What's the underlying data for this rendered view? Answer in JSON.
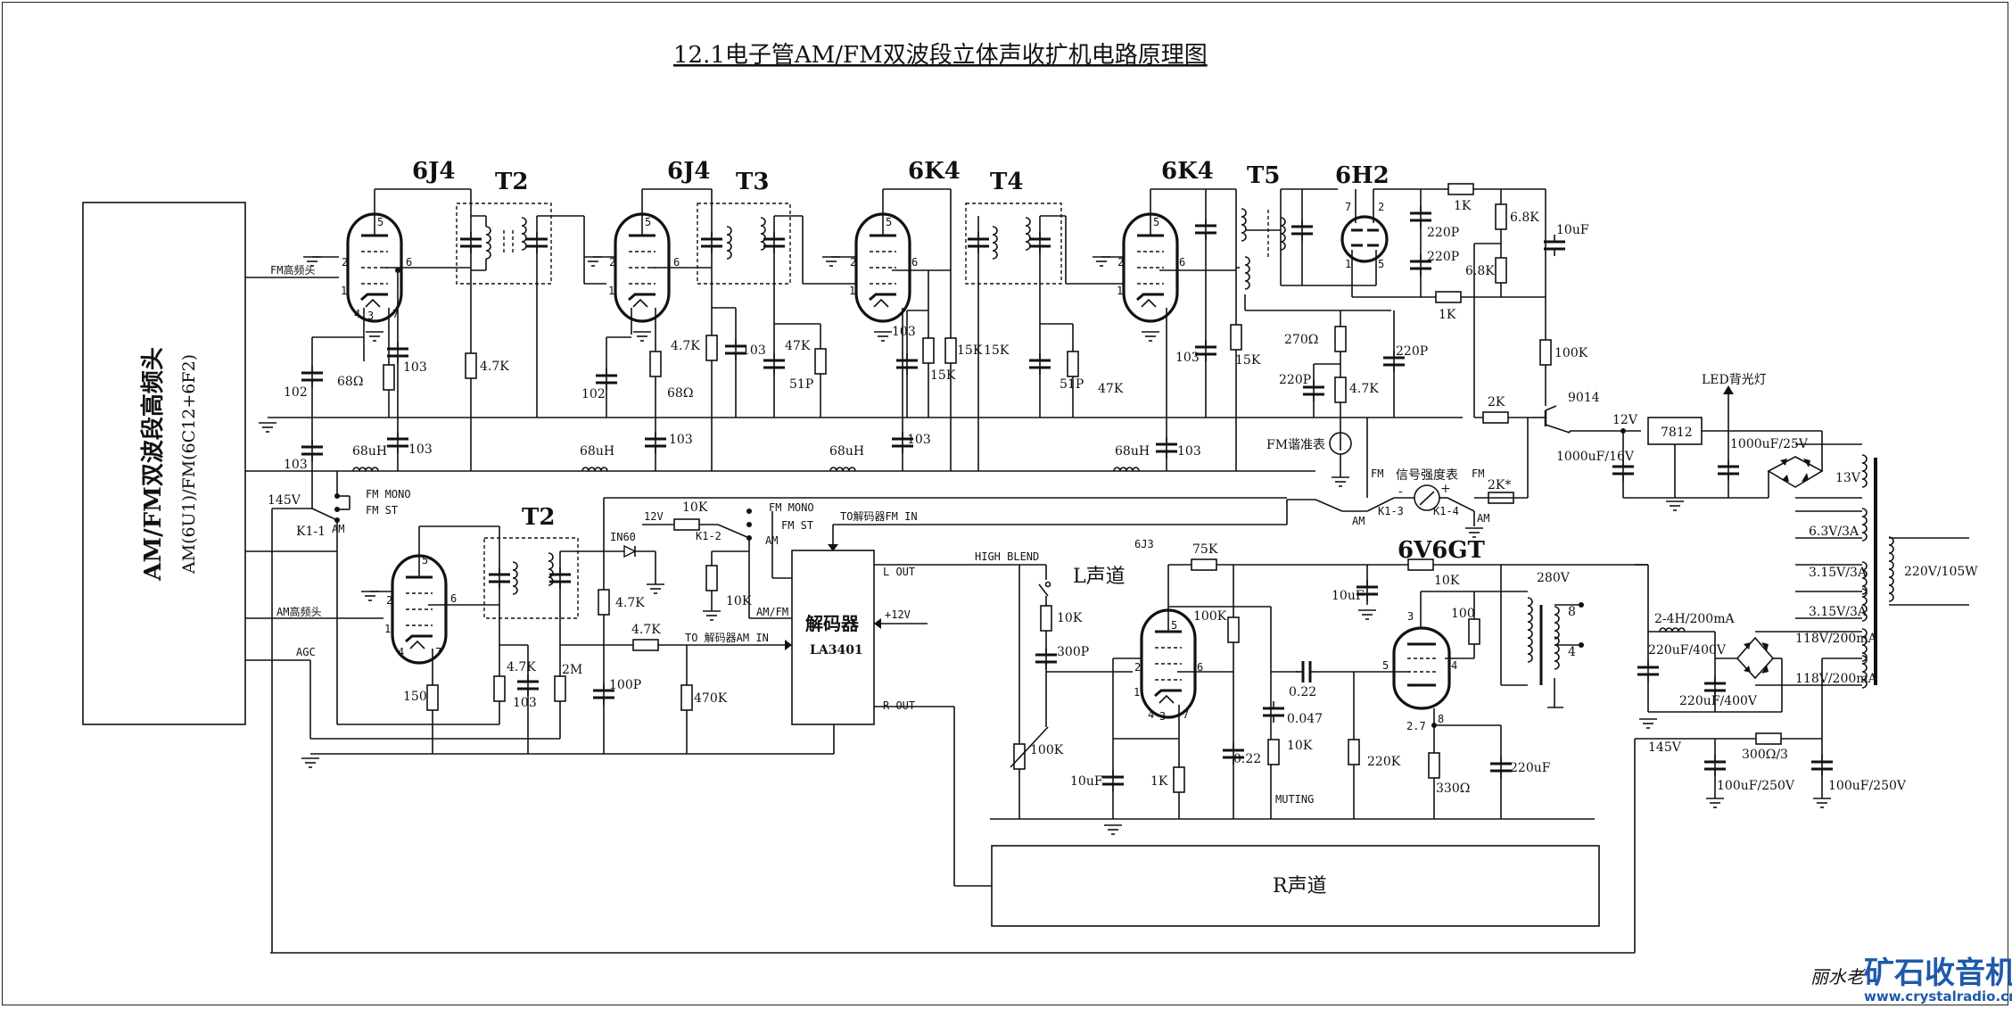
{
  "title": "12.1电子管AM/FM双波段立体声收扩机电路原理图",
  "tuner_box": {
    "main": "AM/FM双波段高频头",
    "sub": "AM(6U1)/FM(6C12+6F2)"
  },
  "signals": {
    "fm_head": "FM高频头",
    "am_head": "AM高频头",
    "agc": "AGC",
    "b145": "145V"
  },
  "tubes": {
    "s1": "6J4",
    "s2": "6J4",
    "s3": "6K4",
    "s4": "6K4",
    "det": "6H2",
    "l_pre": "6J3",
    "l_out": "6V6GT"
  },
  "transformers": {
    "t2": "T2",
    "t3": "T3",
    "t4": "T4",
    "t5": "T5",
    "t2_am": "T2"
  },
  "pins": {
    "p1": "1",
    "p2": "2",
    "p3": "3",
    "p4": "4",
    "p5": "5",
    "p6": "6",
    "p7": "7",
    "p8": "8"
  },
  "components": {
    "c102": "102",
    "c103": "103",
    "r68": "68Ω",
    "r4k7": "4.7K",
    "l68u": "68uH",
    "r47k": "47K",
    "c51p": "51P",
    "r15k": "15K",
    "r270": "270Ω",
    "c220p": "220P",
    "r1k": "1K",
    "r6k8": "6.8K",
    "c10u": "10uF",
    "r100k": "100K",
    "r2k": "2K",
    "q9014": "9014",
    "v12": "12V",
    "reg": "7812",
    "led": "LED背光灯",
    "c1000_16": "1000uF/16V",
    "c1000_25": "1000uF/25V",
    "fm_meter": "FM谐准表",
    "sig_meter": "信号强度表",
    "fm": "FM",
    "am": "AM",
    "k1_1": "K1-1",
    "k1_2": "K1-2",
    "k1_3": "K1-3",
    "k1_4": "K1-4",
    "fm_mono": "FM MONO",
    "fm_st": "FM ST",
    "am_fm": "AM/FM",
    "r2k_star": "2K*",
    "minus": "-",
    "plus": "+",
    "r150": "150",
    "c100p": "100P",
    "r2m": "2M",
    "r470k": "470K",
    "r10k": "10K",
    "in60": "IN60",
    "to_fm": "TO解码器FM IN",
    "to_am": "TO 解码器AM IN",
    "decoder": "解码器",
    "decoder_ic": "LA3401",
    "plus12": "+12V",
    "l_out": "L  OUT",
    "r_out": "R  OUT",
    "high_blend": "HIGH BLEND",
    "c300p": "300P",
    "l_channel": "L声道",
    "r_channel": "R声道",
    "r75k": "75K",
    "c022": "0.22",
    "c0047": "0.047",
    "muting": "MUTING",
    "r220k": "220K",
    "r330": "330Ω",
    "c220u": "220uF",
    "r100": "100",
    "v280": "280V",
    "fil27": "2.7",
    "o8": "8",
    "o4": "4",
    "v13": "13V",
    "w63": "6.3V/3A",
    "w315a": "3.15V/3A",
    "w315b": "3.15V/3A",
    "w118a": "118V/200mA",
    "w118b": "118V/200mA",
    "primary": "220V/105W",
    "choke": "2-4H/200mA",
    "c220_400a": "220uF/400V",
    "c220_400b": "220uF/400V",
    "r300": "300Ω/3",
    "c100_250a": "100uF/250V",
    "c100_250b": "100uF/250V",
    "v145": "145V"
  },
  "watermark": {
    "sig": "丽水老",
    "brand": "矿石收音机",
    "url": "www.crystalradio.cn",
    "color": "#1e5aa8"
  }
}
